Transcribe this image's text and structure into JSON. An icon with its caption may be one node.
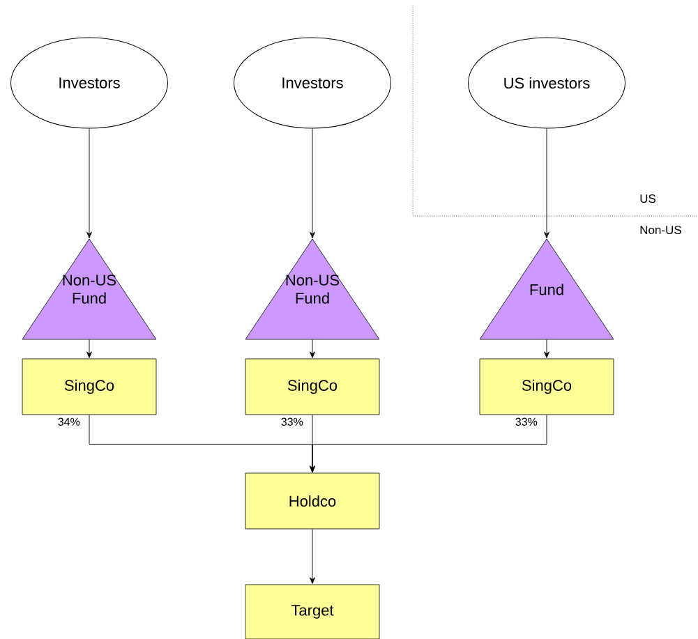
{
  "diagram": {
    "nodes": [
      {
        "text": [
          "Investors"
        ]
      },
      {
        "text": [
          "Investors"
        ]
      },
      {
        "text": [
          "US investors"
        ]
      },
      {
        "text": [
          "Non-US Fund"
        ]
      },
      {
        "text": [
          "Non-US Fund"
        ]
      },
      {
        "text": [
          "Fund"
        ]
      },
      {
        "text": [
          "SingCo"
        ]
      },
      {
        "text": [
          "SingCo"
        ]
      },
      {
        "text": [
          "SingCo"
        ]
      },
      {
        "text": [
          "Holdco"
        ]
      },
      {
        "text": [
          "Target"
        ]
      }
    ],
    "edges": [
      {
        "from": 0,
        "to": 3,
        "arrow": "to"
      },
      {
        "from": 1,
        "to": 4,
        "arrow": "to"
      },
      {
        "from": 2,
        "to": 5,
        "arrow": "to"
      },
      {
        "from": 3,
        "to": 6,
        "arrow": "to"
      },
      {
        "from": 4,
        "to": 7,
        "arrow": "to"
      },
      {
        "from": 5,
        "to": 8,
        "arrow": "to"
      },
      {
        "from": 6,
        "to": 9,
        "arrow": "to",
        "label": "34%"
      },
      {
        "from": 7,
        "to": 9,
        "arrow": "to",
        "label": "33%"
      },
      {
        "from": 8,
        "to": 9,
        "arrow": "to",
        "label": "33%"
      },
      {
        "from": 9,
        "to": 10,
        "arrow": "to"
      }
    ],
    "labels": [
      "US",
      "Non-US"
    ]
  }
}
